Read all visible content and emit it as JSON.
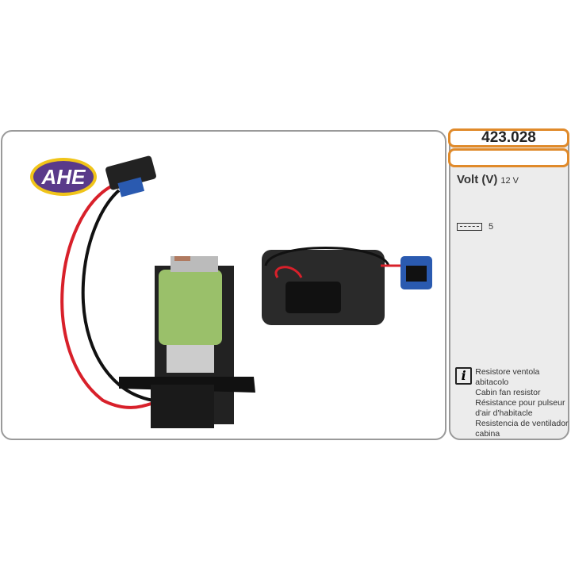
{
  "product": {
    "code": "423.028",
    "secondary_code": "",
    "brand": "AHE"
  },
  "specs": {
    "volt_label": "Volt (V)",
    "volt_value": "12 V",
    "pins_icon": "connector-pins-icon",
    "pins_value": "5"
  },
  "description": {
    "icon": "info-icon",
    "lines": [
      "Resistore ventola abitacolo",
      "Cabin fan resistor",
      "Résistance pour pulseur",
      "d'air d'habitacle",
      "Resistencia de ventilador de",
      "cabina"
    ]
  },
  "colors": {
    "accent": "#e08a2a",
    "logo_blue": "#2a3f9a",
    "logo_yellow": "#f0c419"
  }
}
